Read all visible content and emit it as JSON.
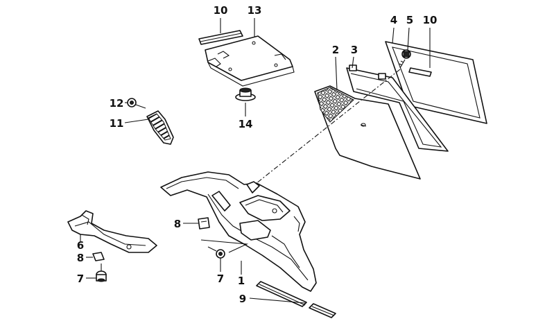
{
  "callouts": {
    "c10a": "10",
    "c13": "13",
    "c4": "4",
    "c5": "5",
    "c10b": "10",
    "c2": "2",
    "c3": "3",
    "c12": "12",
    "c11": "11",
    "c14": "14",
    "c8a": "8",
    "c6": "6",
    "c8b": "8",
    "c7a": "7",
    "c7b": "7",
    "c1": "1",
    "c9": "9"
  },
  "colors": {
    "line": "#111111",
    "background": "#ffffff"
  }
}
